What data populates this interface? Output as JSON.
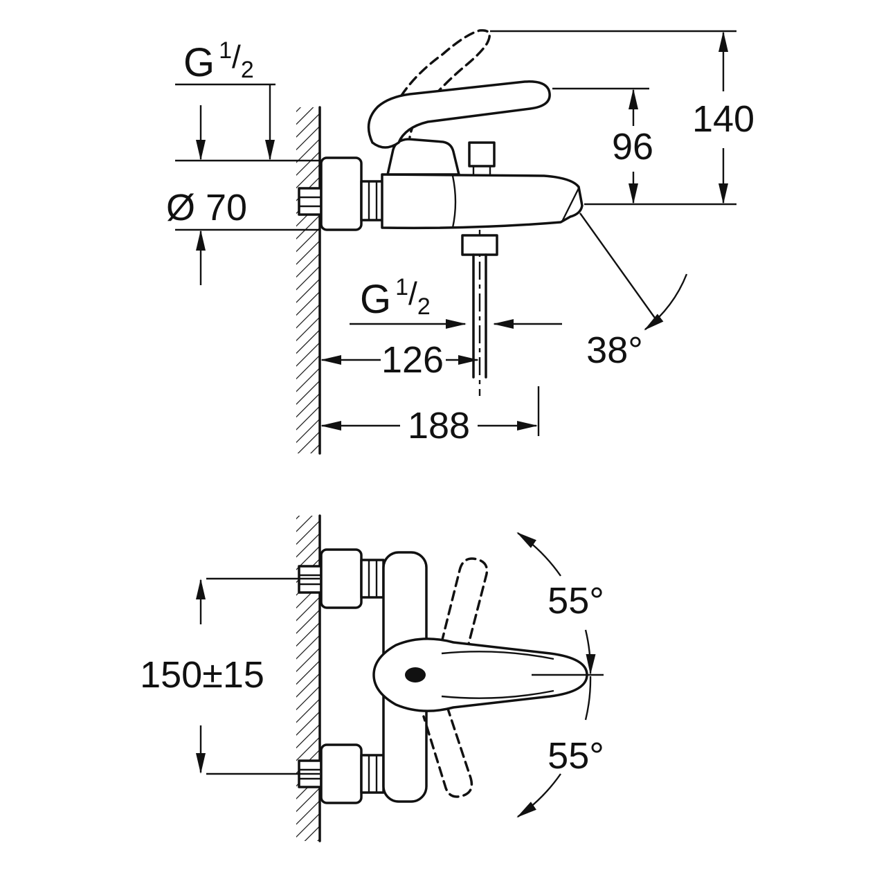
{
  "meta": {
    "title": "bath-mixer-technical-drawing",
    "ink_color": "#111111",
    "background_color": "#ffffff"
  },
  "drawing": {
    "side_view": {
      "labels": {
        "wall_thread": {
          "base": "G",
          "sup": "1",
          "slash": "/",
          "sub": "2"
        },
        "escutcheon_diameter": "Ø 70",
        "height_to_lever": "96",
        "height_to_open_lever": "140",
        "spout_angle": "38°",
        "hose_thread": {
          "base": "G",
          "sup": "1",
          "slash": "/",
          "sub": "2"
        },
        "wall_to_hose": "126",
        "wall_to_spout": "188"
      }
    },
    "plan_view": {
      "labels": {
        "connection_spacing": "150±15",
        "swing_upper": "55°",
        "swing_lower": "55°"
      }
    }
  }
}
